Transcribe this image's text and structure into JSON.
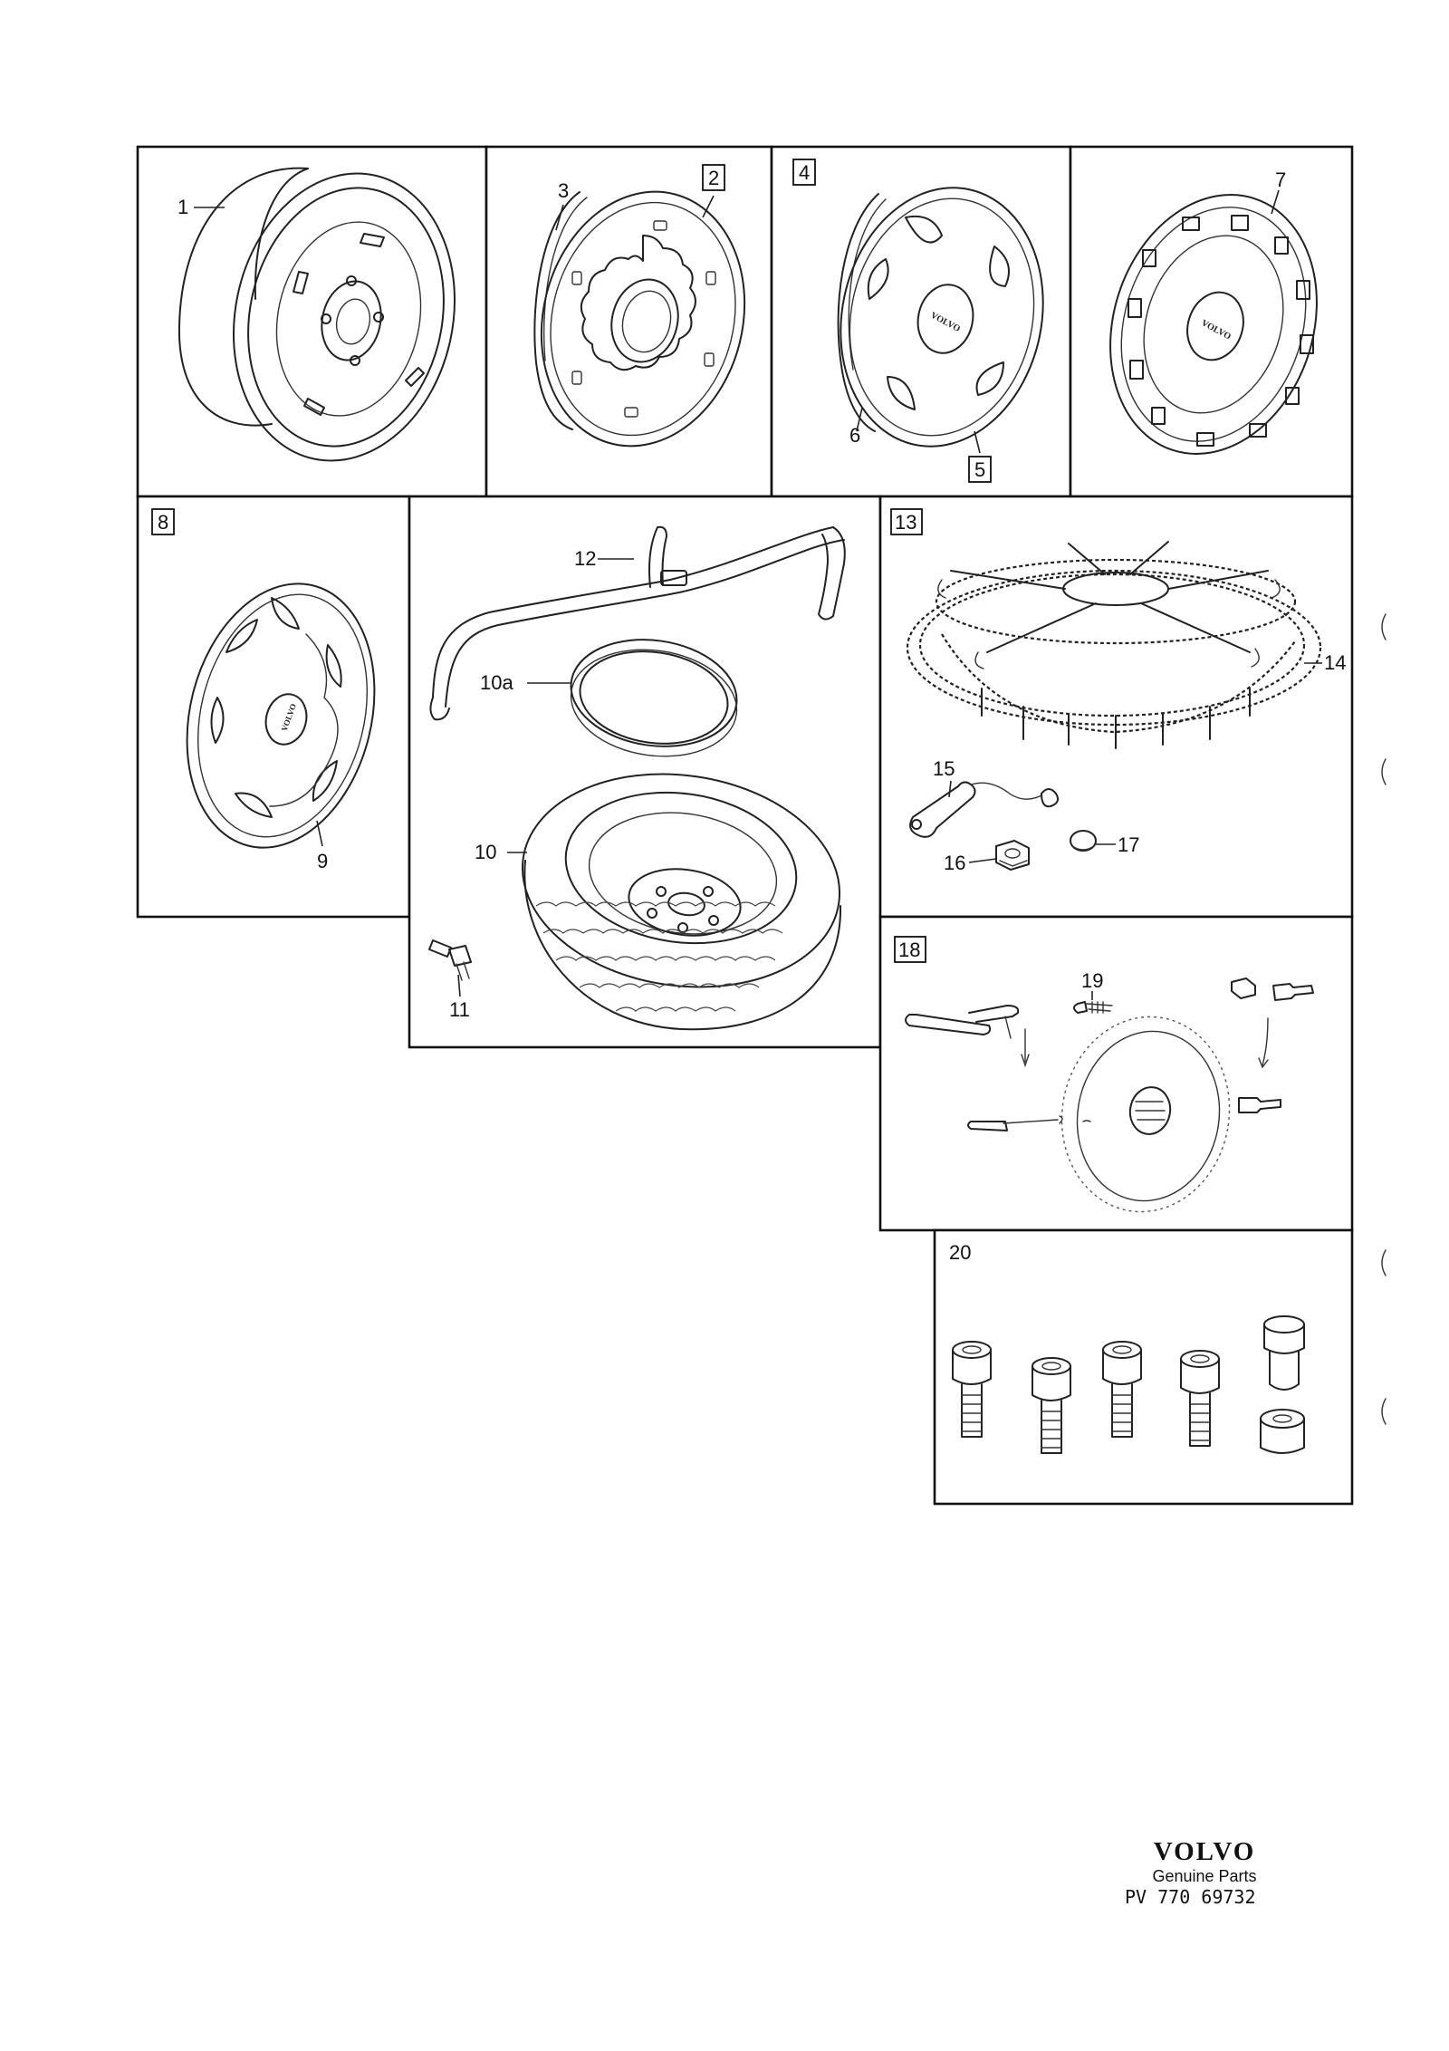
{
  "callouts": {
    "c1": "1",
    "c2": "2",
    "c3": "3",
    "c4": "4",
    "c5": "5",
    "c6": "6",
    "c7": "7",
    "c8": "8",
    "c9": "9",
    "c10": "10",
    "c10a": "10a",
    "c11": "11",
    "c12": "12",
    "c13": "13",
    "c14": "14",
    "c15": "15",
    "c16": "16",
    "c17": "17",
    "c18": "18",
    "c19": "19",
    "c20": "20"
  },
  "hubcap_logo": "VOLVO",
  "brand": {
    "logo": "VOLVO",
    "subtitle": "Genuine Parts",
    "code": "PV  770 69732"
  }
}
